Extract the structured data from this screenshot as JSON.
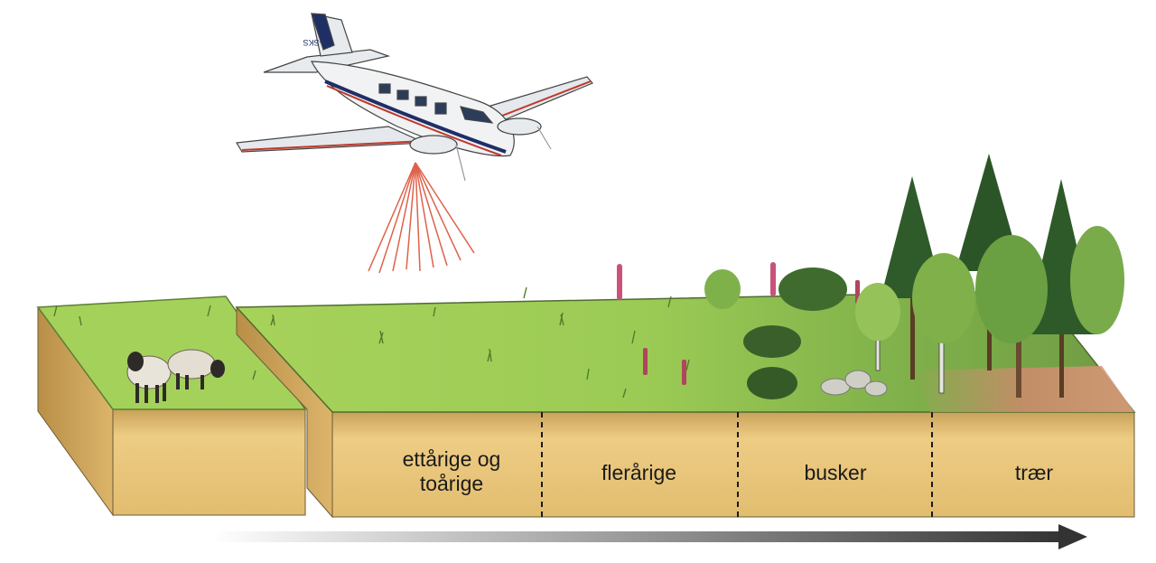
{
  "zones": [
    {
      "id": "annual-biennial",
      "line1": "ettårige og",
      "line2": "toårige"
    },
    {
      "id": "perennial",
      "line1": "flerårige"
    },
    {
      "id": "shrubs",
      "line1": "busker"
    },
    {
      "id": "trees",
      "line1": "trær"
    }
  ],
  "aircraft": {
    "registration": "LN-SKS"
  },
  "colors": {
    "grass": "#8cc14a",
    "soil": "#e8c47a",
    "laser": "#d9472b",
    "arrow": "#333333"
  }
}
